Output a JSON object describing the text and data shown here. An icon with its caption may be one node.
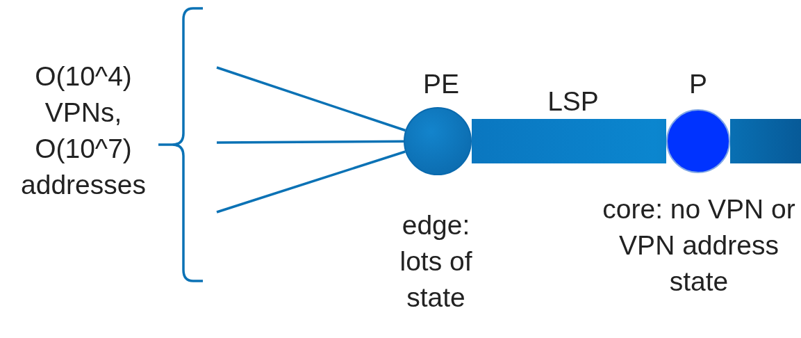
{
  "diagram": {
    "nodes": [
      {
        "text": [
          "PE"
        ],
        "beside": [
          "edge: lots of state"
        ]
      },
      {
        "text": [
          "P"
        ],
        "beside": [
          "core: no VPN or VPN address state"
        ]
      }
    ],
    "edges": [
      {
        "from": null,
        "to": 0,
        "arrow": "none"
      },
      {
        "from": null,
        "to": 0,
        "arrow": "none"
      },
      {
        "from": null,
        "to": 0,
        "arrow": "none"
      },
      {
        "from": 0,
        "to": 1,
        "arrow": "none",
        "label": "LSP",
        "style": "thick"
      },
      {
        "from": 1,
        "to": null,
        "arrow": "none",
        "style": "thick"
      }
    ],
    "labels": [
      "O(10^4) VPNs, O(10^7) addresses"
    ]
  }
}
